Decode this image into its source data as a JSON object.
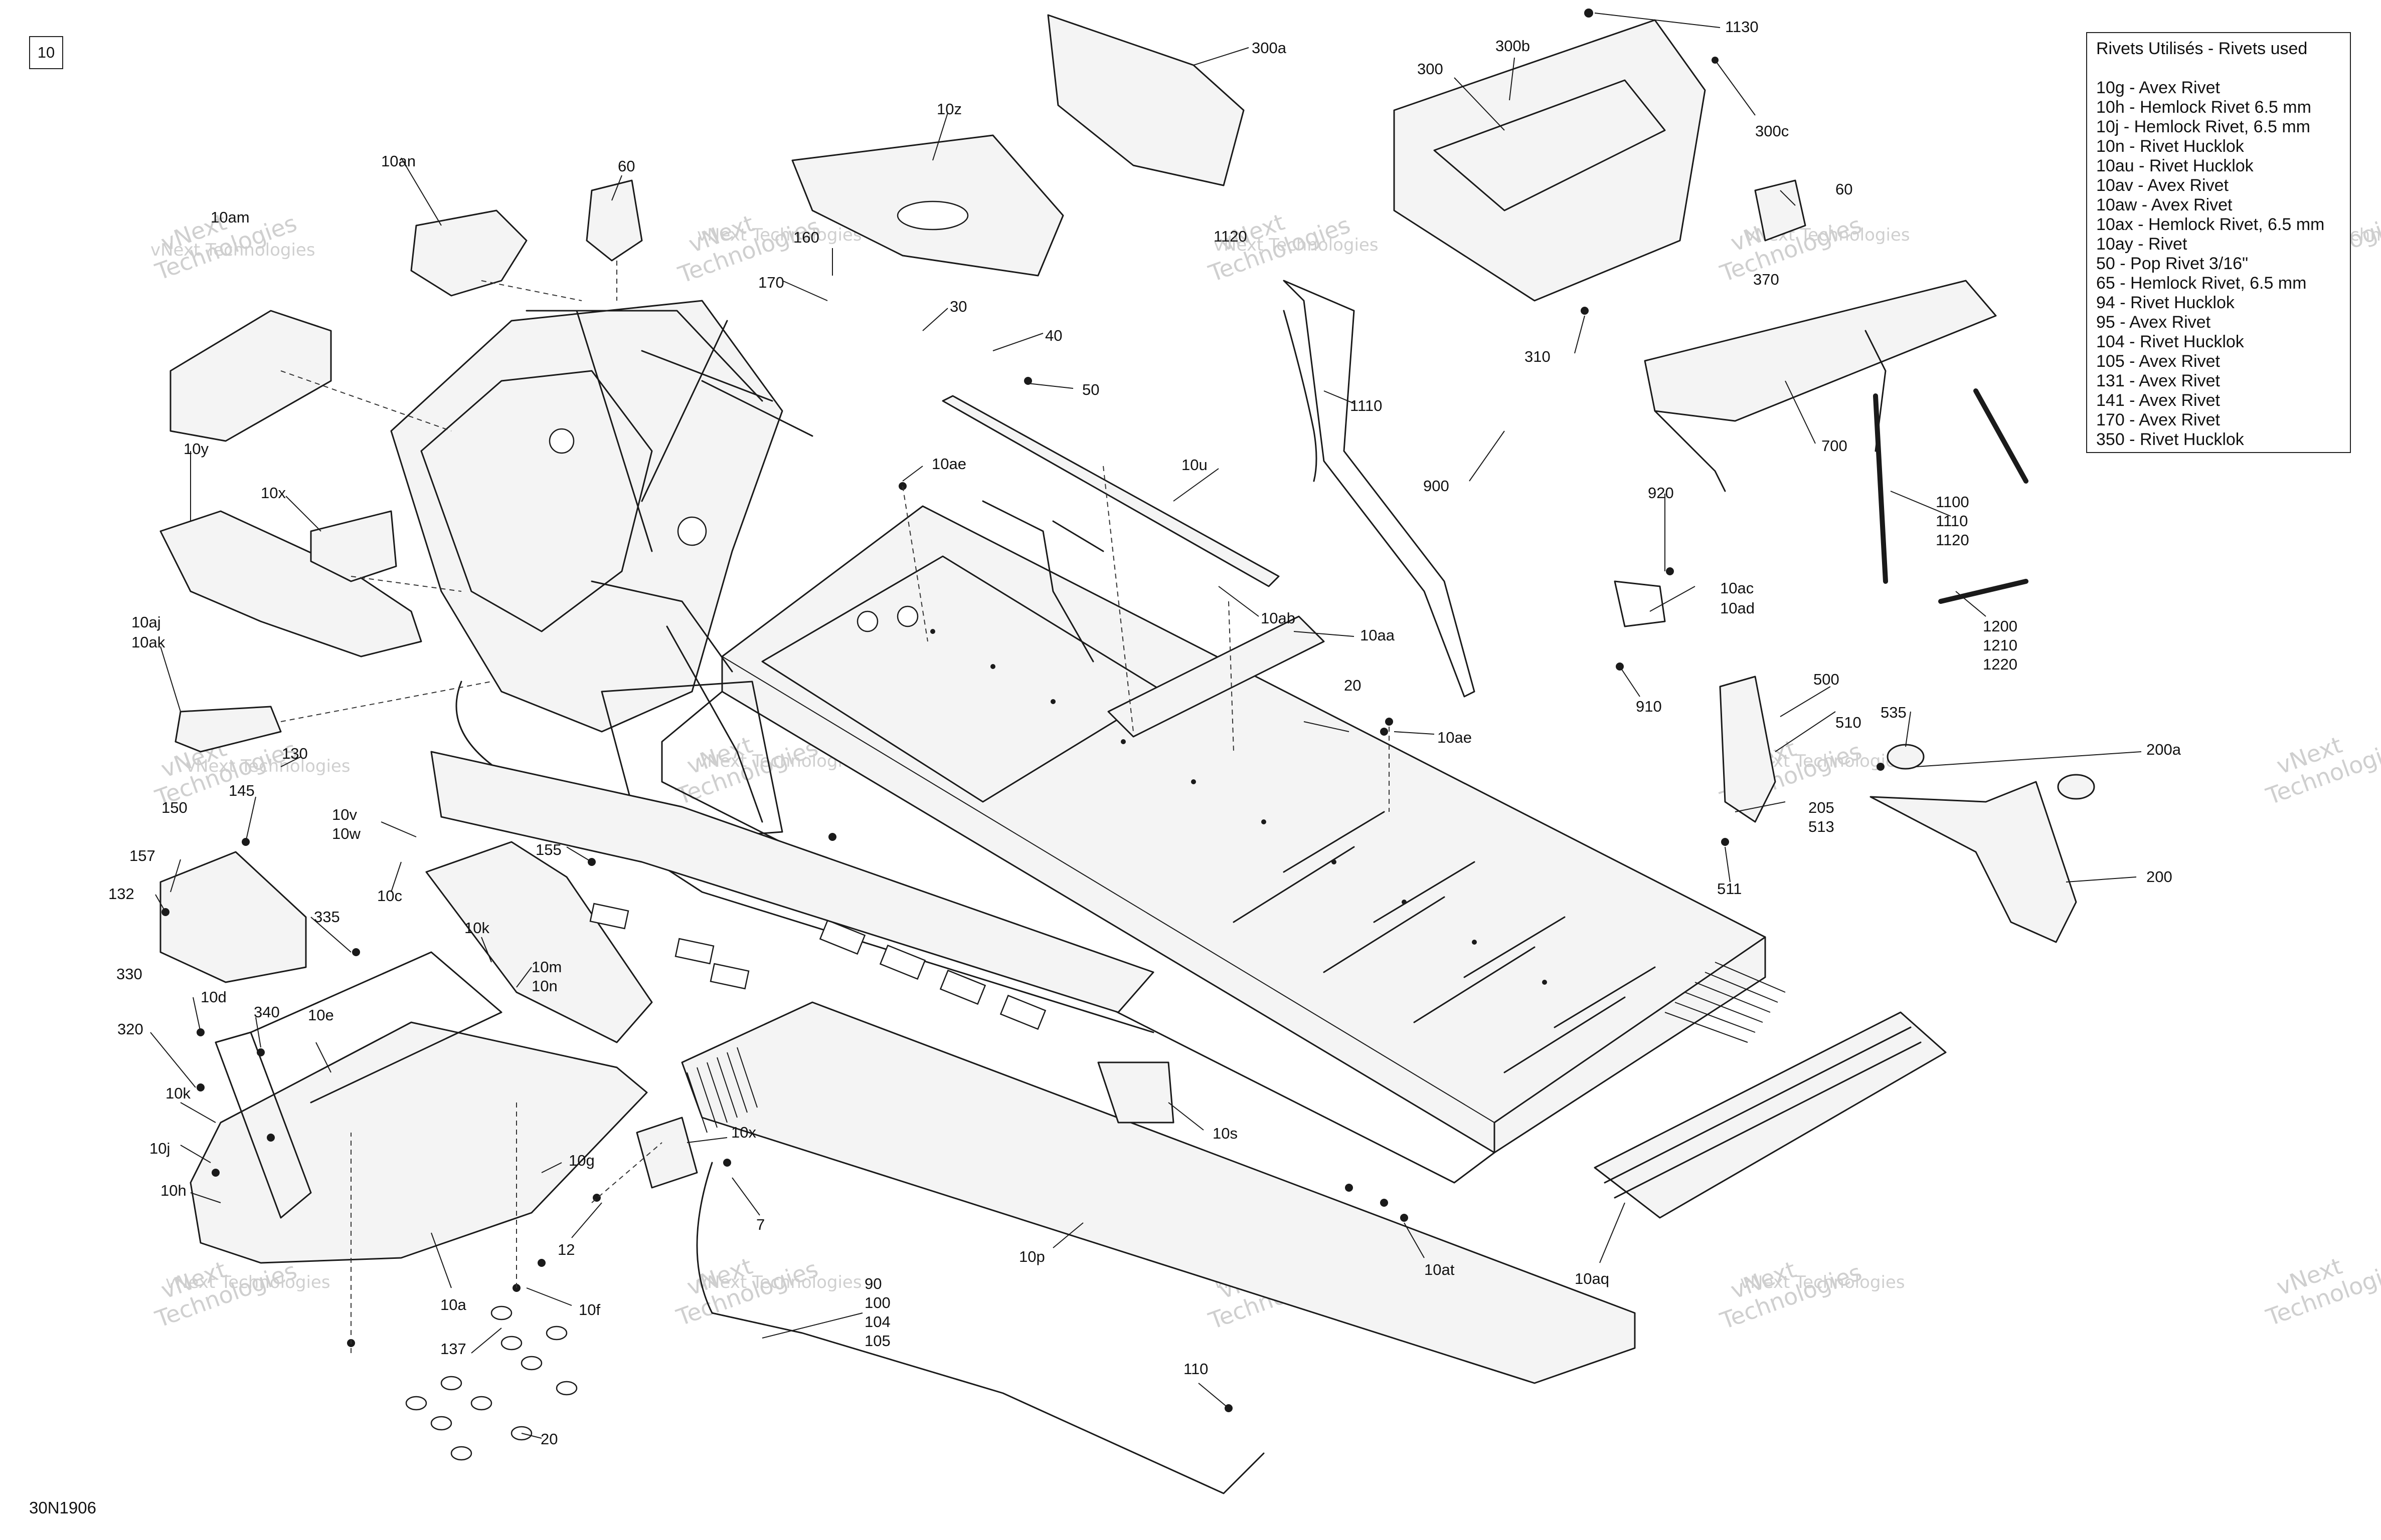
{
  "page_number": "10",
  "diagram_code": "30N1906",
  "watermark": [
    "vNext",
    "Technologies",
    "vNext Technologies"
  ],
  "legend": {
    "title": "Rivets Utilisés - Rivets used",
    "items": [
      "10g - Avex Rivet",
      "10h - Hemlock Rivet 6.5 mm",
      "10j - Hemlock Rivet, 6.5 mm",
      "10n - Rivet Hucklok",
      "10au - Rivet Hucklok",
      "10av - Avex Rivet",
      "10aw - Avex Rivet",
      "10ax - Hemlock Rivet, 6.5 mm",
      "10ay - Rivet",
      "50 - Pop Rivet 3/16\"",
      "65 - Hemlock Rivet, 6.5 mm",
      "94 - Rivet Hucklok",
      "95 - Avex Rivet",
      "104 - Rivet Hucklok",
      "105 - Avex Rivet",
      "131 - Avex Rivet",
      "141 - Avex Rivet",
      "170 - Avex Rivet",
      "350 - Rivet Hucklok"
    ]
  },
  "callouts": {
    "c10z": "10z",
    "c300a": "300a",
    "c1130": "1130",
    "c300b": "300b",
    "c300": "300",
    "c300c": "300c",
    "c10an": "10an",
    "c60a": "60",
    "c10am": "10am",
    "c160": "160",
    "c1120a": "1120",
    "c60b": "60",
    "c370": "370",
    "c170": "170",
    "c30": "30",
    "c40": "40",
    "c50": "50",
    "c310": "310",
    "c1110": "1110",
    "c700": "700",
    "c10y": "10y",
    "c10x": "10x",
    "c10ae_a": "10ae",
    "c10u": "10u",
    "c900": "900",
    "c920": "920",
    "c1100": "1100",
    "c1110b": "1110",
    "c1120b": "1120",
    "c10aj": "10aj",
    "c10ak": "10ak",
    "c10ab": "10ab",
    "c10aa": "10aa",
    "c10ac": "10ac",
    "c10ad": "10ad",
    "c1200": "1200",
    "c1210": "1210",
    "c1220": "1220",
    "c910": "910",
    "c20a": "20",
    "c500": "500",
    "c535": "535",
    "c510": "510",
    "c10ae_b": "10ae",
    "c200a": "200a",
    "c130": "130",
    "c145": "145",
    "c150": "150",
    "c10v": "10v",
    "c10w": "10w",
    "c205": "205",
    "c513": "513",
    "c157": "157",
    "c155": "155",
    "c200": "200",
    "c511": "511",
    "c132": "132",
    "c335": "335",
    "c10c": "10c",
    "c10k_a": "10k",
    "c10m": "10m",
    "c10n": "10n",
    "c330": "330",
    "c10d": "10d",
    "c340": "340",
    "c10e": "10e",
    "c320": "320",
    "c10k_b": "10k",
    "c10s": "10s",
    "c10x_b": "10x",
    "c10j": "10j",
    "c10g": "10g",
    "c10h": "10h",
    "c7": "7",
    "c12": "12",
    "c10at": "10at",
    "c10aq": "10aq",
    "c10p": "10p",
    "c10a": "10a",
    "c10f": "10f",
    "c90": "90",
    "c100": "100",
    "c104": "104",
    "c105": "105",
    "c137": "137",
    "c110": "110",
    "c20b": "20"
  }
}
